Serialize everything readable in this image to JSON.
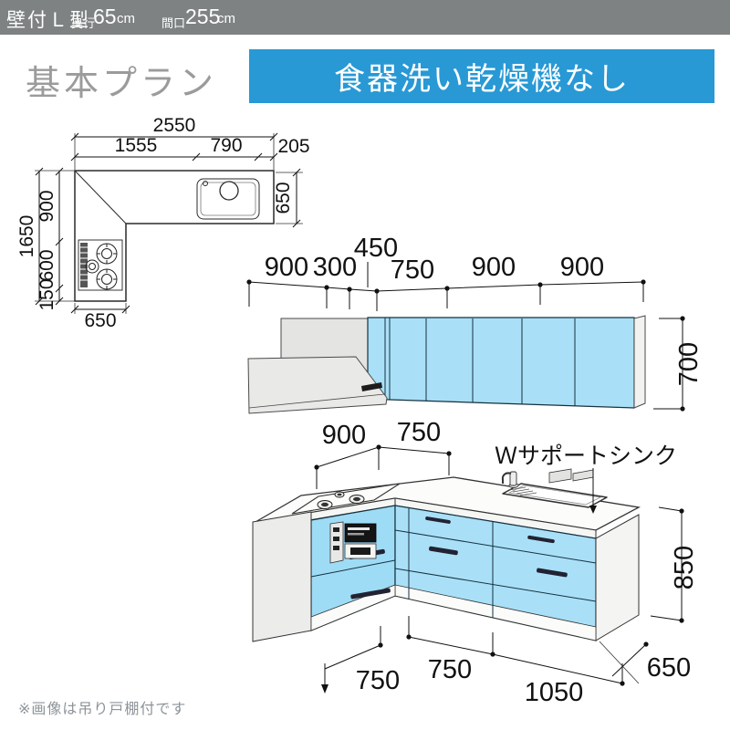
{
  "header": {
    "type_label": "壁付Ｌ型",
    "depth_label": "奥行",
    "depth_value": "65",
    "depth_unit": "cm",
    "width_label": "間口",
    "width_value": "255",
    "width_unit": "cm"
  },
  "plan_title": "基本プラン",
  "feature_banner": "食器洗い乾燥機なし",
  "floor_plan": {
    "dims": {
      "total_width": "2550",
      "left_width": "1555",
      "sink_width": "790",
      "right_gap": "205",
      "depth_right": "650",
      "total_height": "1650",
      "h_upper": "900",
      "h_lower": "600",
      "h_base": "150",
      "leg_width": "650"
    }
  },
  "elevation": {
    "dims": {
      "d1": "900",
      "d2": "300",
      "d3": "450",
      "d4": "750",
      "d5": "900",
      "d6": "900",
      "height": "700"
    }
  },
  "base_view": {
    "dims": {
      "top_left": "900",
      "top_right": "750",
      "height": "850",
      "front_1": "750",
      "front_2": "750",
      "front_3": "1050",
      "depth": "650"
    },
    "sink_label": "Ｗサポートシンク"
  },
  "footnote": "※画像は吊り戸棚付です",
  "colors": {
    "accent_blue": "#2899d5",
    "cabinet_blue": "#a9e0f7",
    "header_gray": "#7e8282"
  }
}
